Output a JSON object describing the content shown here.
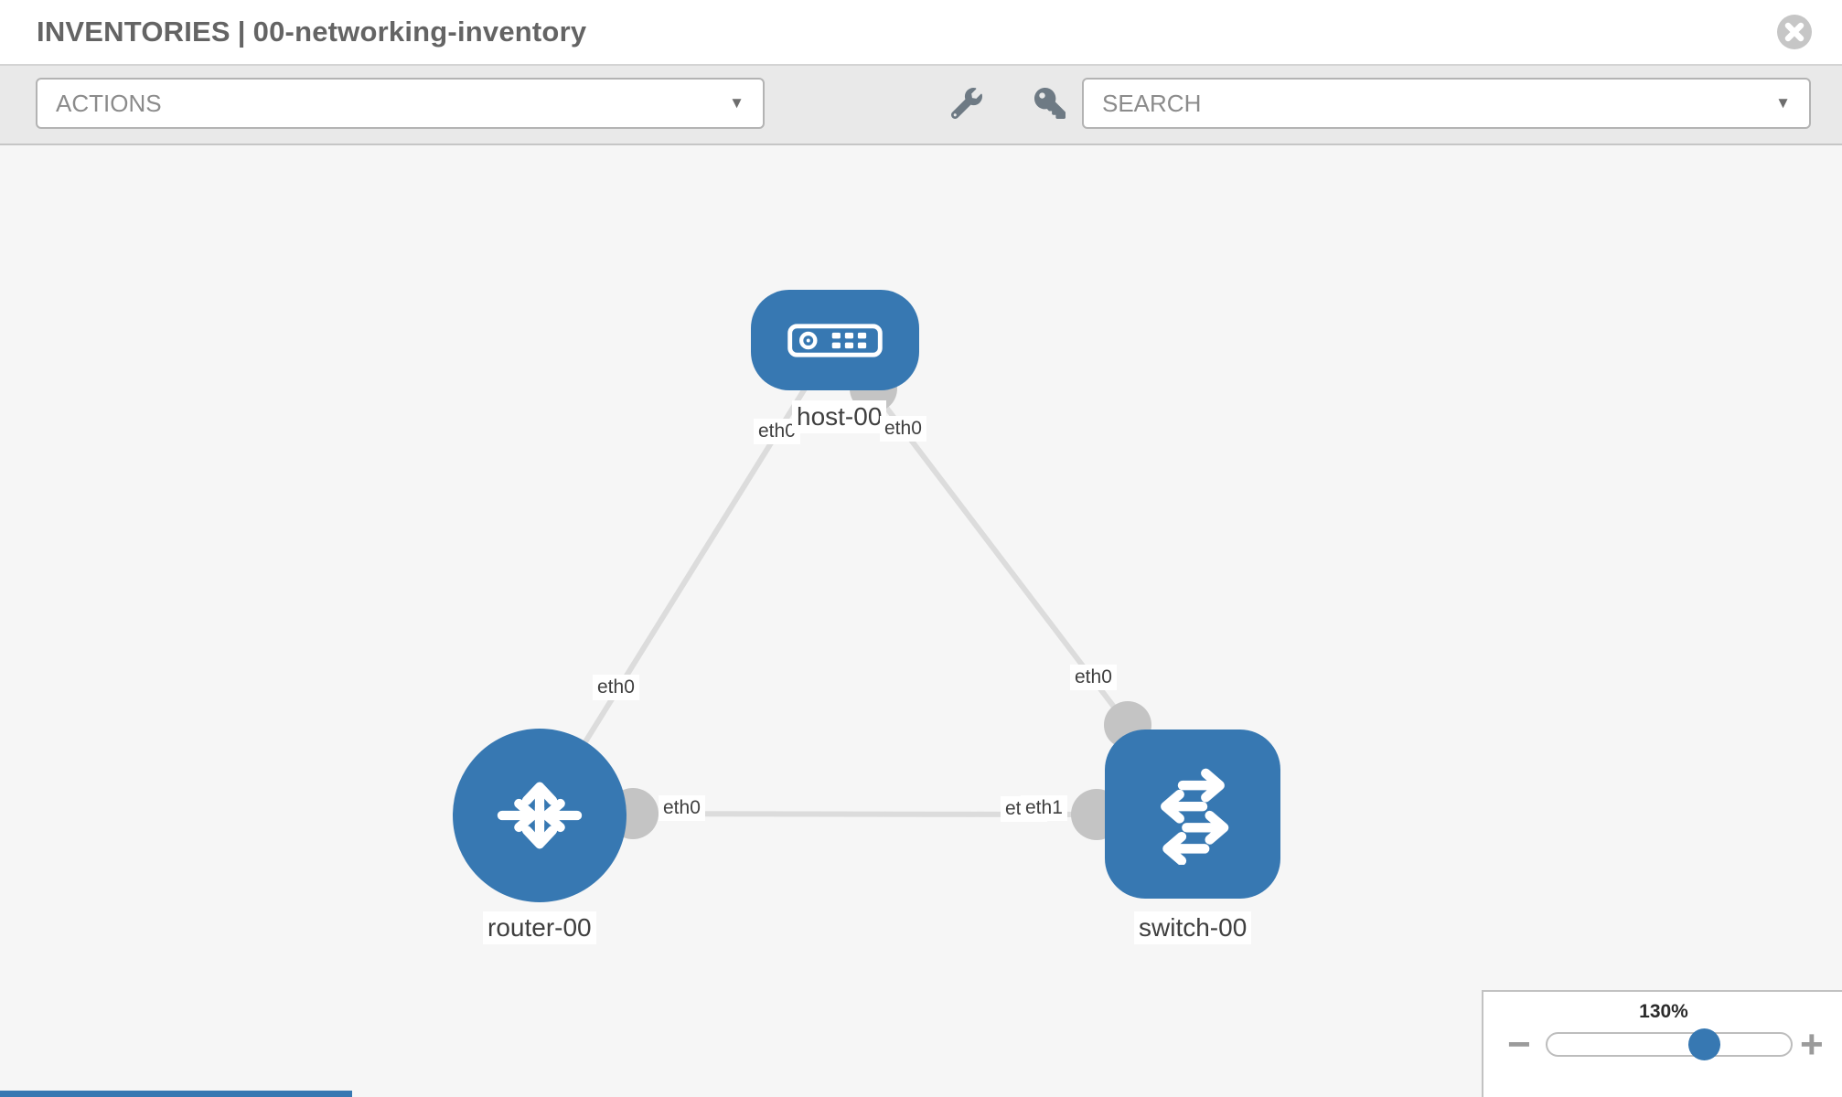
{
  "window": {
    "title_primary": "INVENTORIES",
    "title_separator": "|",
    "title_secondary": "00-networking-inventory"
  },
  "toolbar": {
    "actions_label": "ACTIONS",
    "search_label": "SEARCH",
    "caret": "▼",
    "icons": [
      "wrench-icon",
      "key-icon"
    ]
  },
  "topology": {
    "nodes": [
      {
        "id": "host-00",
        "label": "host-00",
        "type": "host",
        "icon": "server-icon"
      },
      {
        "id": "router-00",
        "label": "router-00",
        "type": "router",
        "icon": "route-arrows-icon"
      },
      {
        "id": "switch-00",
        "label": "switch-00",
        "type": "switch",
        "icon": "switch-arrows-icon"
      }
    ],
    "links": [
      {
        "from": "host-00",
        "from_interface": "eth0",
        "to": "router-00",
        "to_interface": "eth0"
      },
      {
        "from": "host-00",
        "from_interface": "eth0",
        "to": "switch-00",
        "to_interface": "eth0"
      },
      {
        "from": "router-00",
        "from_interface": "eth0",
        "to": "switch-00",
        "to_interface": "eth1"
      }
    ],
    "labels": {
      "host": "host-00",
      "router": "router-00",
      "switch": "switch-00",
      "host_if_left": "eth0",
      "host_if_right": "eth0",
      "link_host_router_if": "eth0",
      "link_host_switch_if": "eth0",
      "router_if_right": "eth0",
      "switch_if_hidden": "eth0",
      "switch_if_eth1": "eth1"
    }
  },
  "zoom_control": {
    "level": "130%",
    "minus_label": "−",
    "plus_label": "+"
  },
  "colors": {
    "node_blue": "#3778b2",
    "link_gray": "#dcdcdc",
    "interface_gray": "#c4c4c4",
    "toolbar_bg": "#e9e9e9",
    "canvas_bg": "#f6f6f6",
    "label_text": "#3f3f3f",
    "control_gray": "#9b9b9b"
  }
}
